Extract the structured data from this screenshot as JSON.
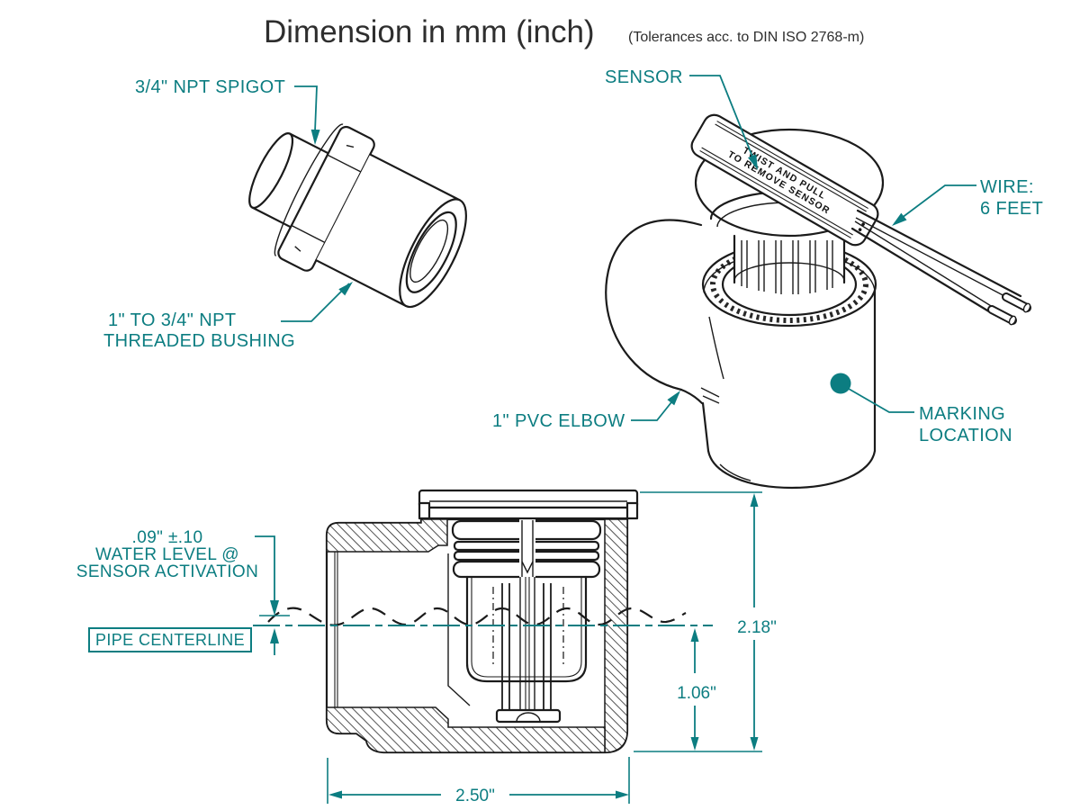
{
  "title": {
    "main": "Dimension in mm (inch)",
    "note": "(Tolerances acc. to DIN ISO 2768-m)"
  },
  "colors": {
    "accent": "#0c7d81",
    "line": "#1b1b1b",
    "background": "#ffffff"
  },
  "bushing_view": {
    "spigot_label": "3/4\" NPT SPIGOT",
    "bushing_label": [
      "1\" TO 3/4\" NPT",
      "THREADED BUSHING"
    ]
  },
  "assembly_view": {
    "sensor_label": "SENSOR",
    "wire_label": [
      "WIRE:",
      "6 FEET"
    ],
    "elbow_label": "1\" PVC ELBOW",
    "marking_label": [
      "MARKING",
      "LOCATION"
    ],
    "cap_text": [
      "TWIST AND PULL",
      "TO REMOVE SENSOR"
    ]
  },
  "section_view": {
    "water_level_label": [
      ".09\" ±.10",
      "WATER LEVEL @",
      "SENSOR ACTIVATION"
    ],
    "centerline_label": "PIPE CENTERLINE",
    "dim_total_height": "2.18\"",
    "dim_centerline_height": "1.06\"",
    "dim_width": "2.50\""
  }
}
